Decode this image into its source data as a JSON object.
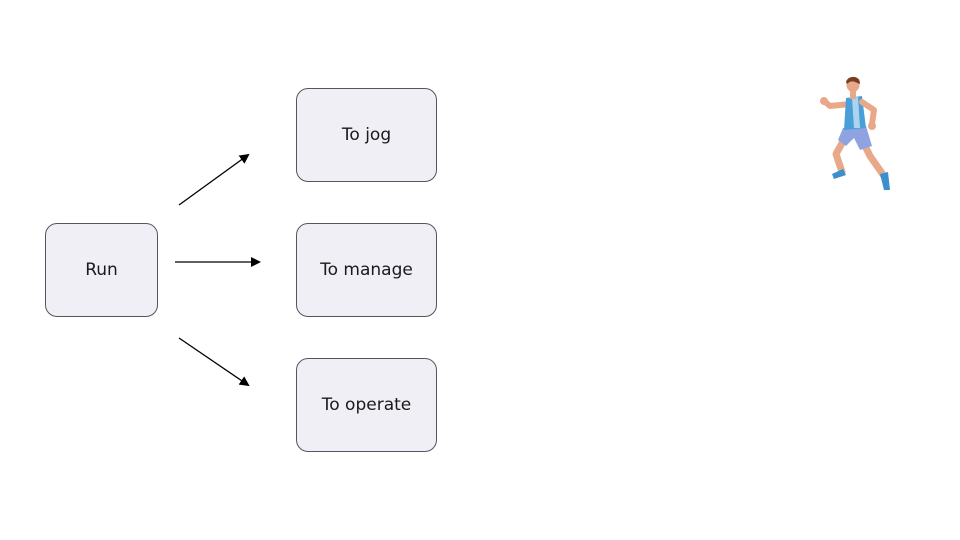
{
  "diagram": {
    "source_label": "Run",
    "targets": [
      {
        "label": "To jog"
      },
      {
        "label": "To manage"
      },
      {
        "label": "To operate"
      }
    ]
  },
  "illustration": {
    "icon": "runner-illustration",
    "colors": {
      "skin": "#e8a98a",
      "hair": "#7a3e1e",
      "tank_top": "#4a9fd8",
      "shorts": "#8fa3e0",
      "shoes": "#3a8fcf"
    }
  },
  "colors": {
    "node_fill": "#efeff5",
    "node_border": "#555560",
    "arrow": "#000000"
  }
}
